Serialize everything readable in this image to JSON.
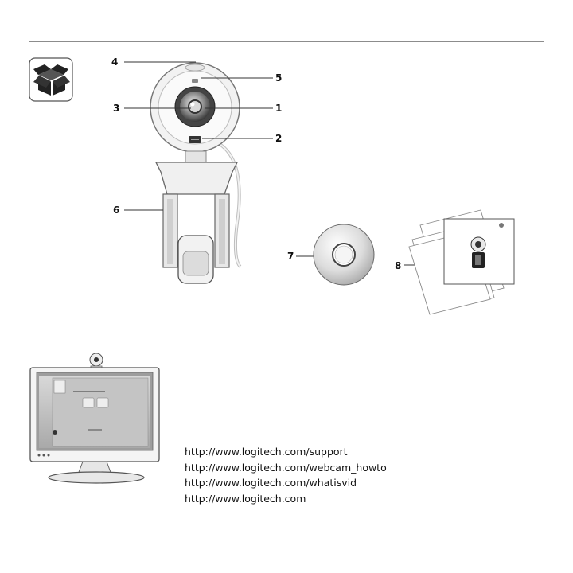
{
  "callouts": {
    "c1": "1",
    "c2": "2",
    "c3": "3",
    "c4": "4",
    "c5": "5",
    "c6": "6",
    "c7": "7",
    "c8": "8"
  },
  "links": [
    "http://www.logitech.com/support",
    "http://www.logitech.com/webcam_howto",
    "http://www.logitech.com/whatisvid",
    "http://www.logitech.com"
  ],
  "icons": {
    "package": "open-box-icon",
    "webcam": "webcam-icon",
    "disc": "cd-icon",
    "documents": "documentation-icon",
    "monitor": "monitor-icon"
  },
  "colors": {
    "ink": "#111111",
    "line": "#8c8c8c",
    "box_bg": "#ffffff",
    "screen": "#c9c9c9"
  }
}
